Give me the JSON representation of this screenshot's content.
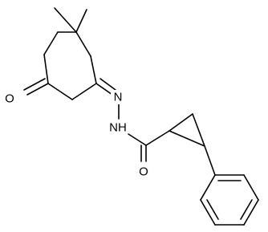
{
  "structure": {
    "type": "chemical-structure-diagram",
    "atom_labels": {
      "ketone_oxygen": "O",
      "imine_nitrogen": "N",
      "amide_nitrogen": "NH",
      "amide_oxygen": "O"
    },
    "colors": {
      "bond": "#000000",
      "background": "#ffffff"
    }
  }
}
